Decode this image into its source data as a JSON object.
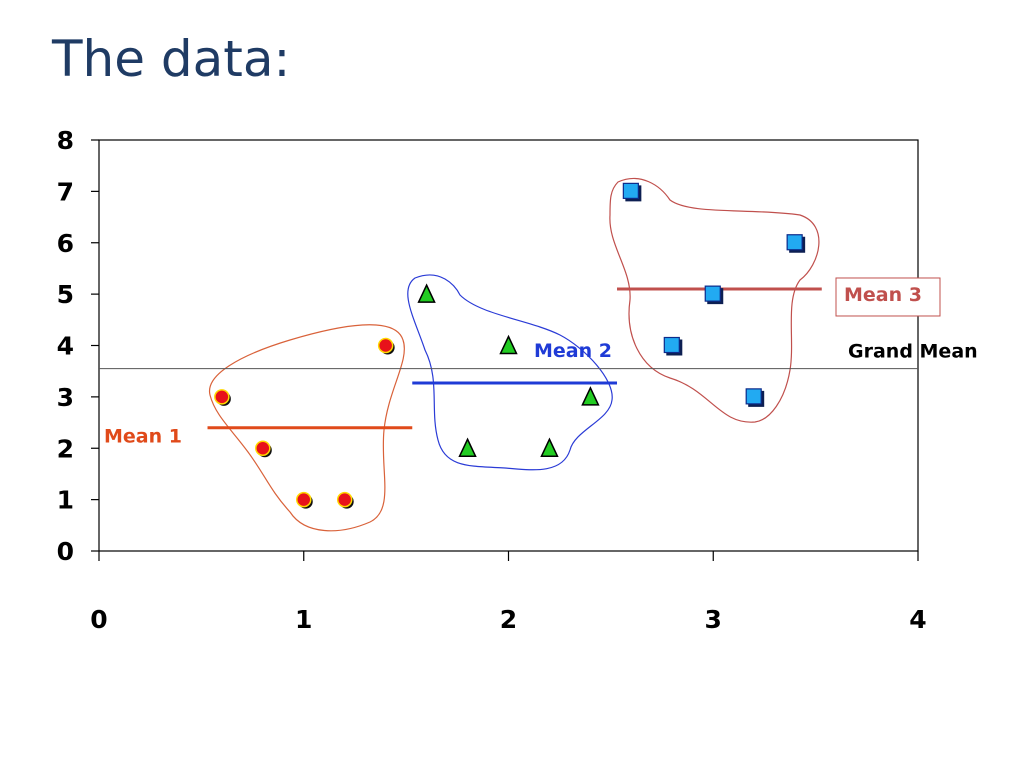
{
  "slide": {
    "title": "The data:"
  },
  "chart_data": {
    "type": "scatter",
    "title": "",
    "xlabel": "",
    "ylabel": "",
    "xlim": [
      0,
      4
    ],
    "ylim": [
      0,
      8
    ],
    "x_ticks": [
      "0",
      "1",
      "2",
      "3",
      "4"
    ],
    "y_ticks": [
      "0",
      "1",
      "2",
      "3",
      "4",
      "5",
      "6",
      "7",
      "8"
    ],
    "grid": false,
    "series": [
      {
        "marker": "circle",
        "color": "#e8121a",
        "points": [
          [
            0.6,
            3
          ],
          [
            0.8,
            2
          ],
          [
            1.0,
            1
          ],
          [
            1.2,
            1
          ],
          [
            1.4,
            4
          ]
        ],
        "mean": {
          "label": "Mean 1",
          "value": 2.4,
          "x_range": [
            0.53,
            1.53
          ],
          "color": "#e04a1a"
        }
      },
      {
        "marker": "triangle",
        "color": "#22cc22",
        "points": [
          [
            1.6,
            5
          ],
          [
            1.8,
            2
          ],
          [
            2.0,
            4
          ],
          [
            2.2,
            2
          ],
          [
            2.4,
            3
          ]
        ],
        "mean": {
          "label": "Mean 2",
          "value": 3.27,
          "x_range": [
            1.53,
            2.53
          ],
          "color": "#1f3bd6"
        }
      },
      {
        "marker": "square",
        "color": "#22aaf2",
        "points": [
          [
            2.6,
            7
          ],
          [
            2.8,
            4
          ],
          [
            3.0,
            5
          ],
          [
            3.2,
            3
          ],
          [
            3.4,
            6
          ]
        ],
        "mean": {
          "label": "Mean 3",
          "value": 5.1,
          "x_range": [
            2.53,
            3.53
          ],
          "color": "#c0504d"
        }
      }
    ],
    "grand_mean": {
      "label": "Grand Mean",
      "value": 3.55
    }
  }
}
